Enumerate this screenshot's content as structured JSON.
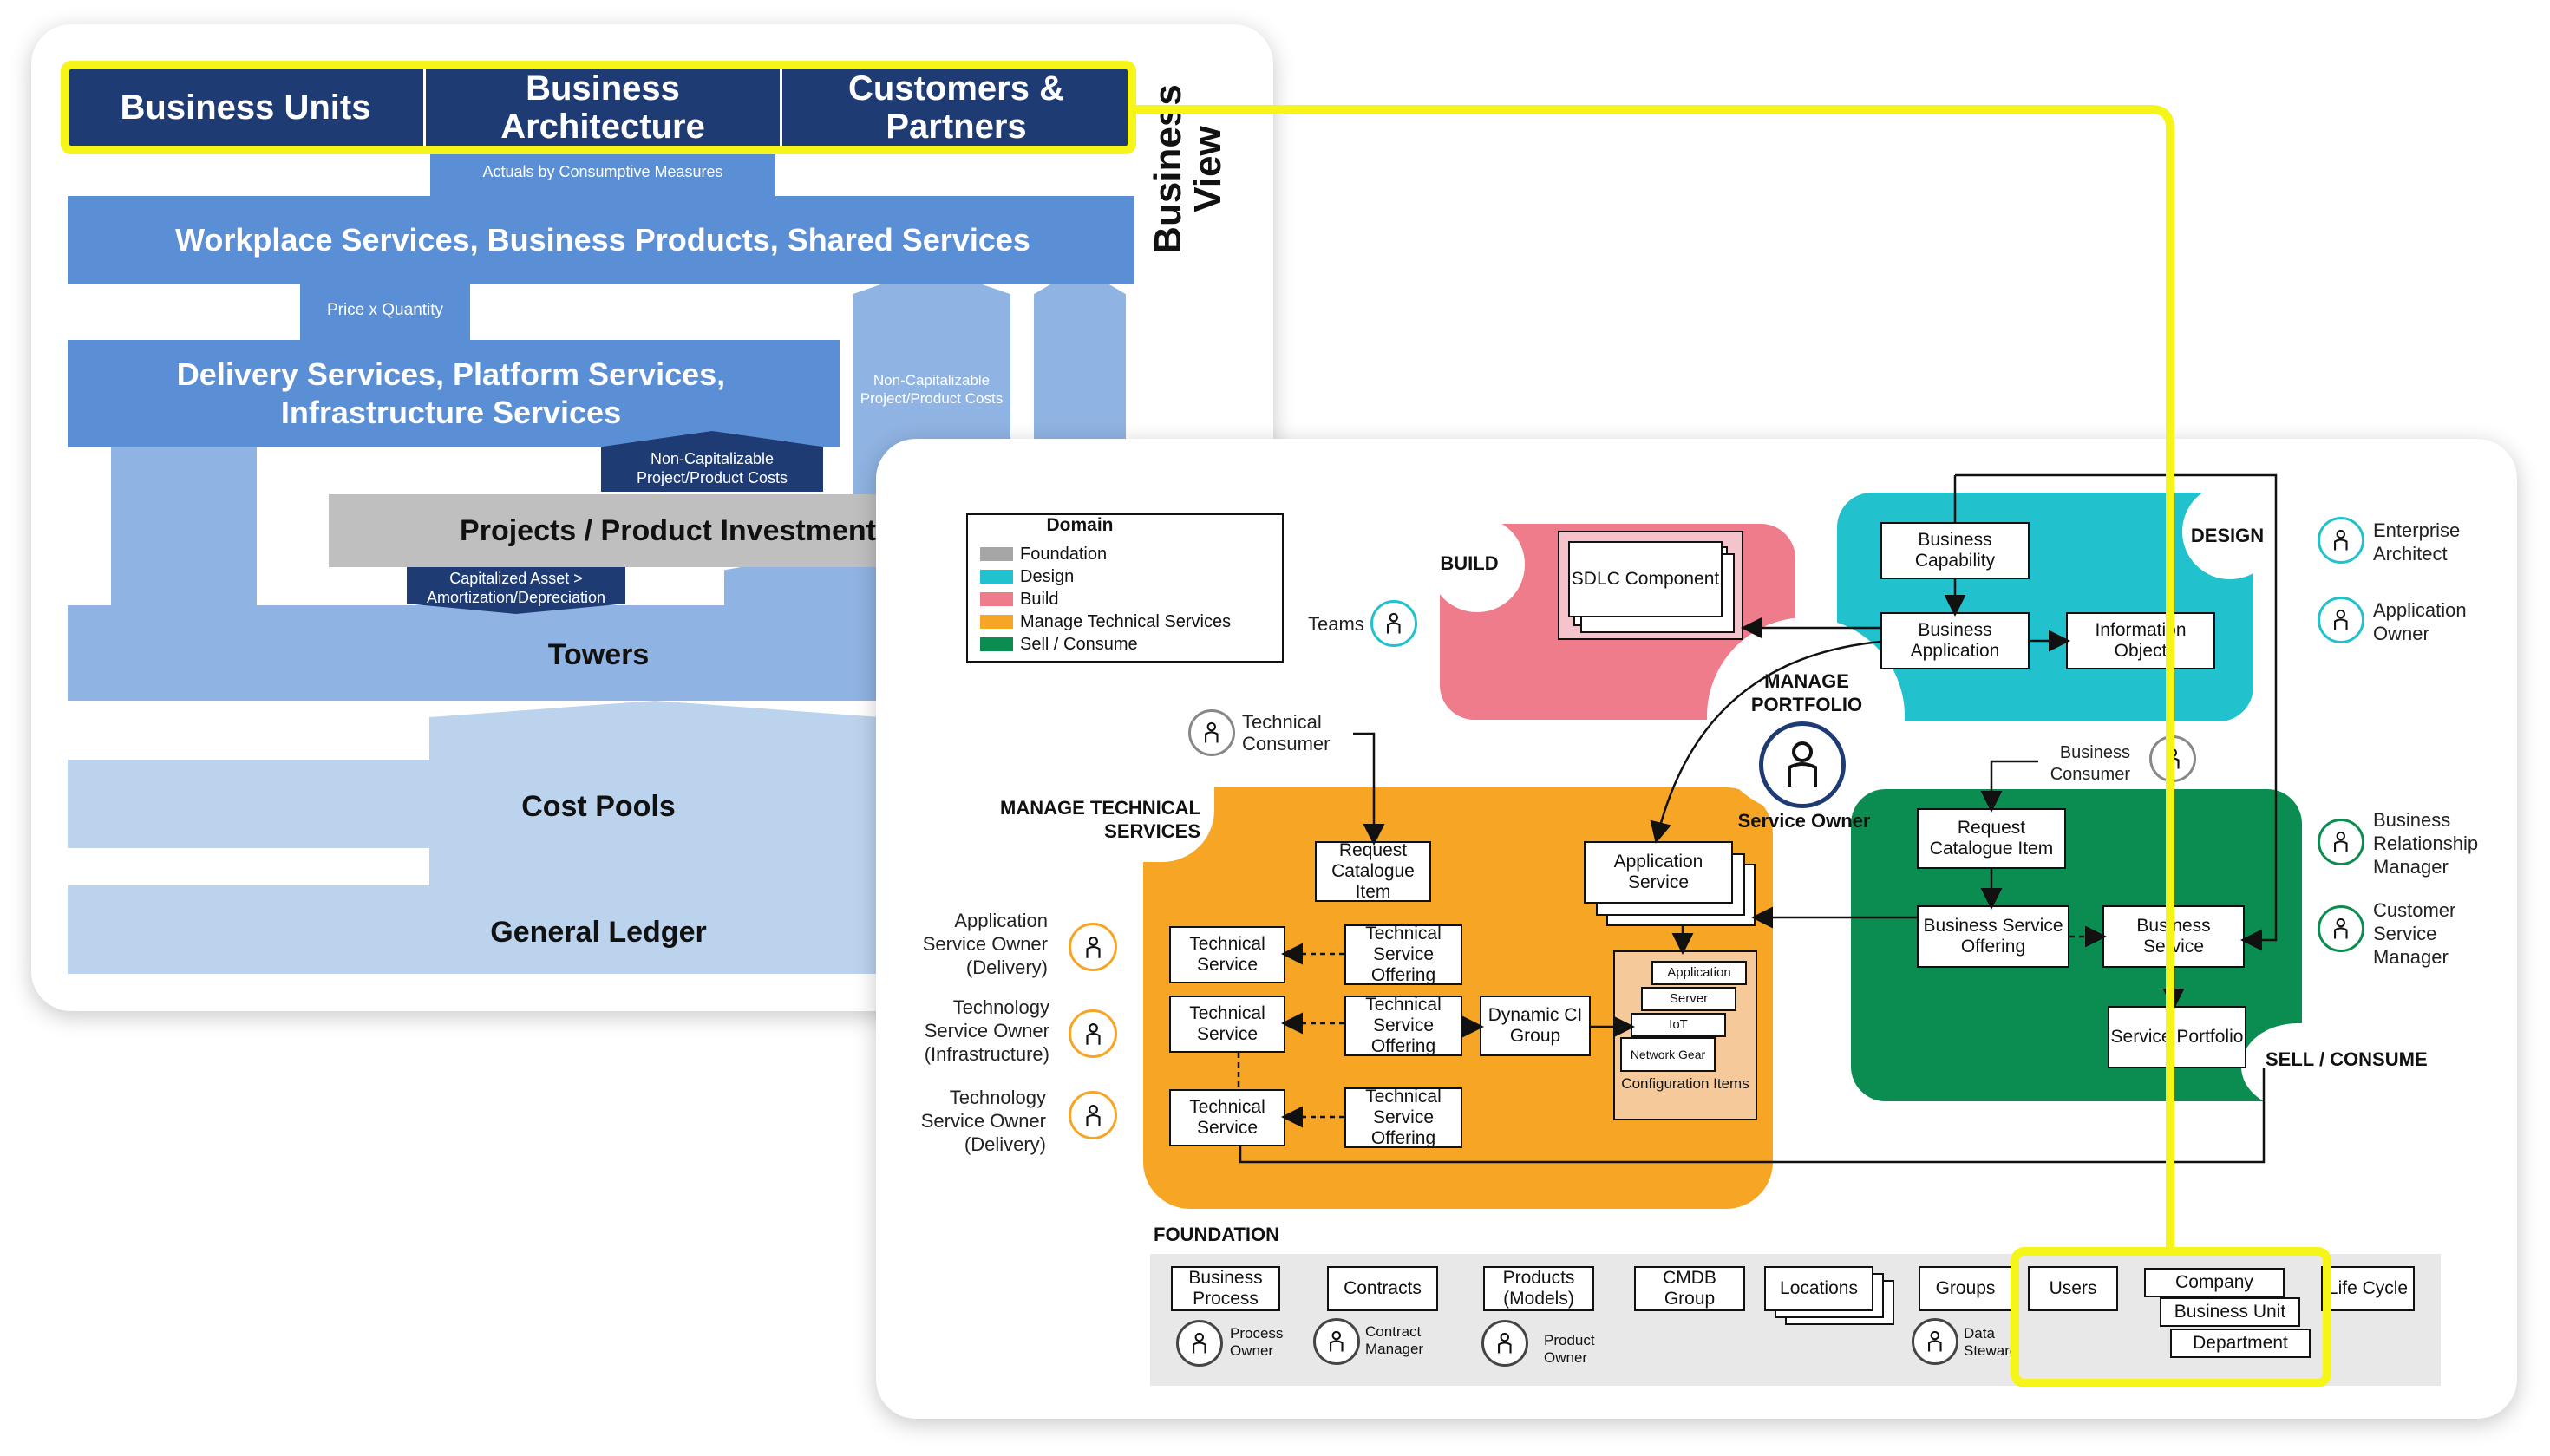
{
  "business_view": {
    "vertical_label": "Business View",
    "header": [
      "Business Units",
      "Business Architecture",
      "Customers & Partners"
    ],
    "actuals_tag": "Actuals by Consumptive Measures",
    "workplace": "Workplace Services, Business Products, Shared Services",
    "price_tag": "Price x Quantity",
    "delivery": "Delivery Services, Platform Services, Infrastructure Services",
    "noncap_costs": "Non-Capitalizable Project/Product Costs",
    "noncap_costs_2": "Non-Capitalizable Project/Product Costs",
    "projects": "Projects / Product Investment",
    "capitalized": "Capitalized Asset > Amortization/Depreciation",
    "towers": "Towers",
    "cost_pools": "Cost Pools",
    "general_ledger": "General Ledger"
  },
  "legend": {
    "title": "Domain",
    "items": [
      {
        "label": "Foundation",
        "color": "#a6a6a6"
      },
      {
        "label": "Design",
        "color": "#21c2cd"
      },
      {
        "label": "Build",
        "color": "#ef7c8b"
      },
      {
        "label": "Manage Technical Services",
        "color": "#f6a524"
      },
      {
        "label": "Sell / Consume",
        "color": "#0b8c50"
      }
    ]
  },
  "domains": {
    "build": "BUILD",
    "design": "DESIGN",
    "manage_portfolio": "MANAGE PORTFOLIO",
    "manage_technical": "MANAGE TECHNICAL SERVICES",
    "sell_consume": "SELL / CONSUME",
    "foundation": "FOUNDATION",
    "service_owner": "Service Owner"
  },
  "nodes": {
    "sdlc": "SDLC Component",
    "business_capability": "Business Capability",
    "business_application": "Business Application",
    "information_object": "Information Object",
    "request_catalogue_tech": "Request Catalogue Item",
    "application_service": "Application Service",
    "tech_service_1": "Technical Service",
    "tech_service_2": "Technical Service",
    "tech_service_3": "Technical Service",
    "tech_offering_1": "Technical Service Offering",
    "tech_offering_2": "Technical Service Offering",
    "tech_offering_3": "Technical Service Offering",
    "dynamic_ci": "Dynamic CI Group",
    "ci_application": "Application",
    "ci_server": "Server",
    "ci_iot": "IoT",
    "ci_network": "Network Gear",
    "ci_caption": "Configuration Items",
    "request_catalogue_sell": "Request Catalogue Item",
    "business_service_offering": "Business Service Offering",
    "business_service": "Business Service",
    "service_portfolio": "Service Portfolio"
  },
  "roles": {
    "teams": "Teams",
    "technical_consumer": "Technical Consumer",
    "business_consumer": "Business Consumer",
    "enterprise_architect": "Enterprise Architect",
    "application_owner": "Application Owner",
    "brm": "Business Relationship Manager",
    "csm": "Customer Service Manager",
    "app_owner_delivery": "Application Service Owner (Delivery)",
    "tech_owner_infra": "Technology Service Owner (Infrastructure)",
    "tech_owner_delivery": "Technology Service Owner (Delivery)"
  },
  "foundation": {
    "items": [
      "Business Process",
      "Contracts",
      "Products (Models)",
      "CMDB Group",
      "Locations",
      "Groups",
      "Users",
      "Company",
      "Business Unit",
      "Department",
      "Life Cycle"
    ],
    "owners": [
      "Process Owner",
      "Contract Manager",
      "Product Owner",
      "Data Steward"
    ]
  },
  "colors": {
    "navy": "#1f3b73",
    "blue": "#5a8fd6",
    "highlight": "#f5f51a"
  }
}
